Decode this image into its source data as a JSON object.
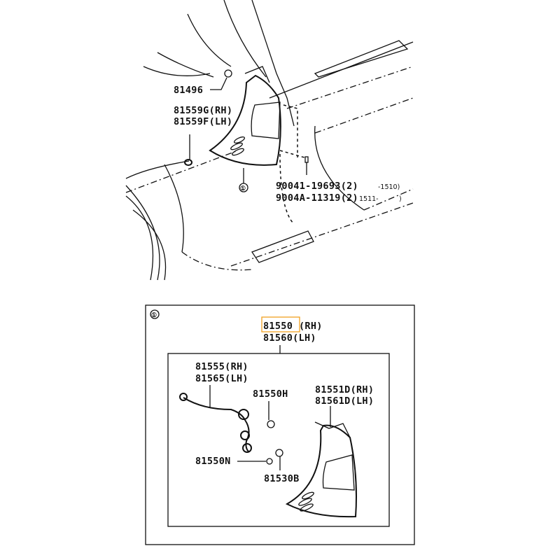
{
  "upper_view": {
    "labels": {
      "clip": "81496",
      "grommet_rh": "81559G(RH)",
      "grommet_lh": "81559F(LH)",
      "assembly_ref": "①",
      "screw_1": "90041-19693(2)",
      "screw_1_range": "-1510)",
      "screw_2": "9004A-11319(2)",
      "screw_2_range_start": "1511-",
      "screw_2_range_end": ")"
    }
  },
  "detail_box": {
    "ref": "①",
    "assembly_rh": "81550",
    "assembly_rh_suffix": "(RH)",
    "assembly_lh": "81560(LH)",
    "highlight_color": "#f0a020",
    "parts": {
      "socket_rh": "81555(RH)",
      "socket_lh": "81565(LH)",
      "bulb_h": "81550H",
      "lens_rh": "81551D(RH)",
      "lens_lh": "81561D(LH)",
      "bulb_n": "81550N",
      "bulb_b": "81530B"
    }
  }
}
